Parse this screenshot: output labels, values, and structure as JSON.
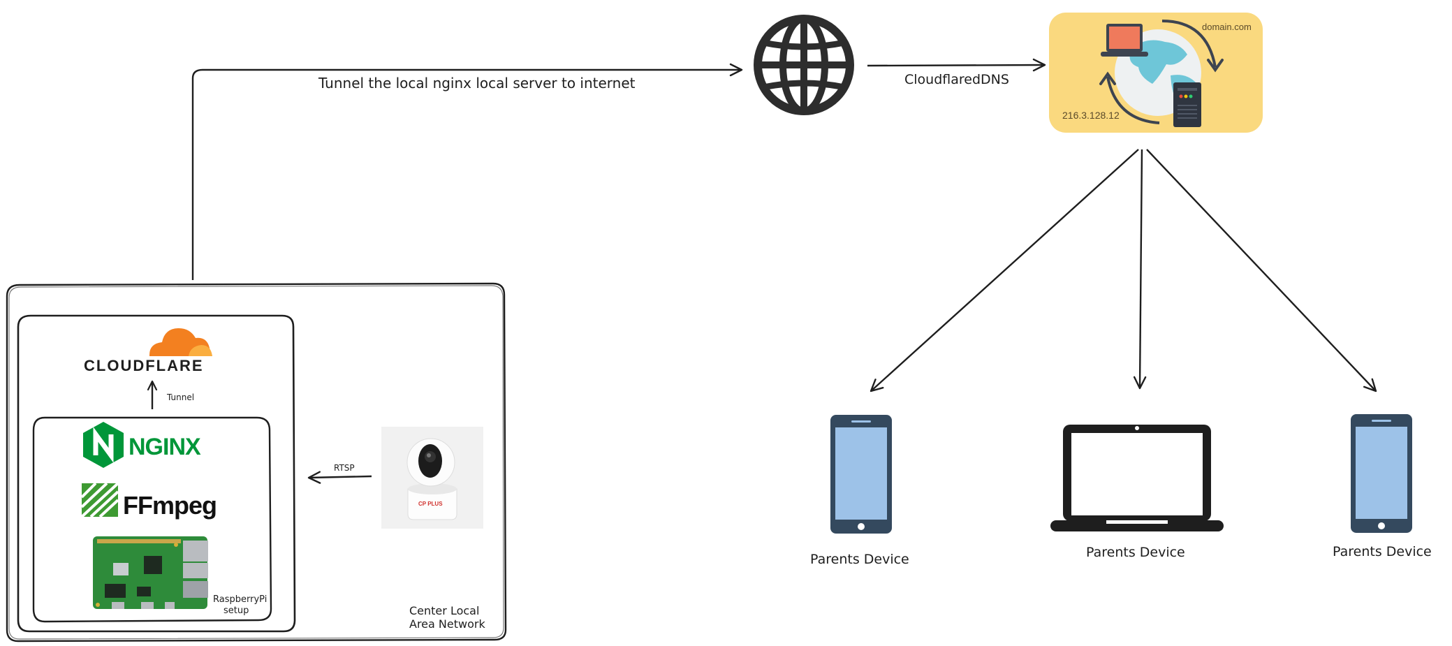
{
  "tunnel_label": "Tunnel the local nginx local server to internet",
  "dns_label": "CloudflaredDNS",
  "dns_card": {
    "domain": "domain.com",
    "ip": "216.3.128.12",
    "bg_color": "#fad97f"
  },
  "lan": {
    "label_line1": "Center Local",
    "label_line2": "Area Network",
    "cloudflare_logo": "CLOUDFLARE",
    "tunnel_small": "Tunnel",
    "nginx_logo": "NGINX",
    "ffmpeg_logo": "FFmpeg",
    "rpi_label_line1": "RaspberryPi",
    "rpi_label_line2": "setup",
    "rtsp_label": "RTSP",
    "camera_brand": "CP PLUS"
  },
  "devices": [
    {
      "type": "phone",
      "label": "Parents Device"
    },
    {
      "type": "laptop",
      "label": "Parents Device"
    },
    {
      "type": "phone",
      "label": "Parents Device"
    }
  ],
  "colors": {
    "ink": "#1e1e1e",
    "cloudflare_orange": "#f38020",
    "nginx_green": "#009639",
    "ffmpeg_green": "#3e9a32",
    "phone_body": "#34495e",
    "phone_screen": "#9dc2e8",
    "pcb_green": "#2e8b3a"
  }
}
